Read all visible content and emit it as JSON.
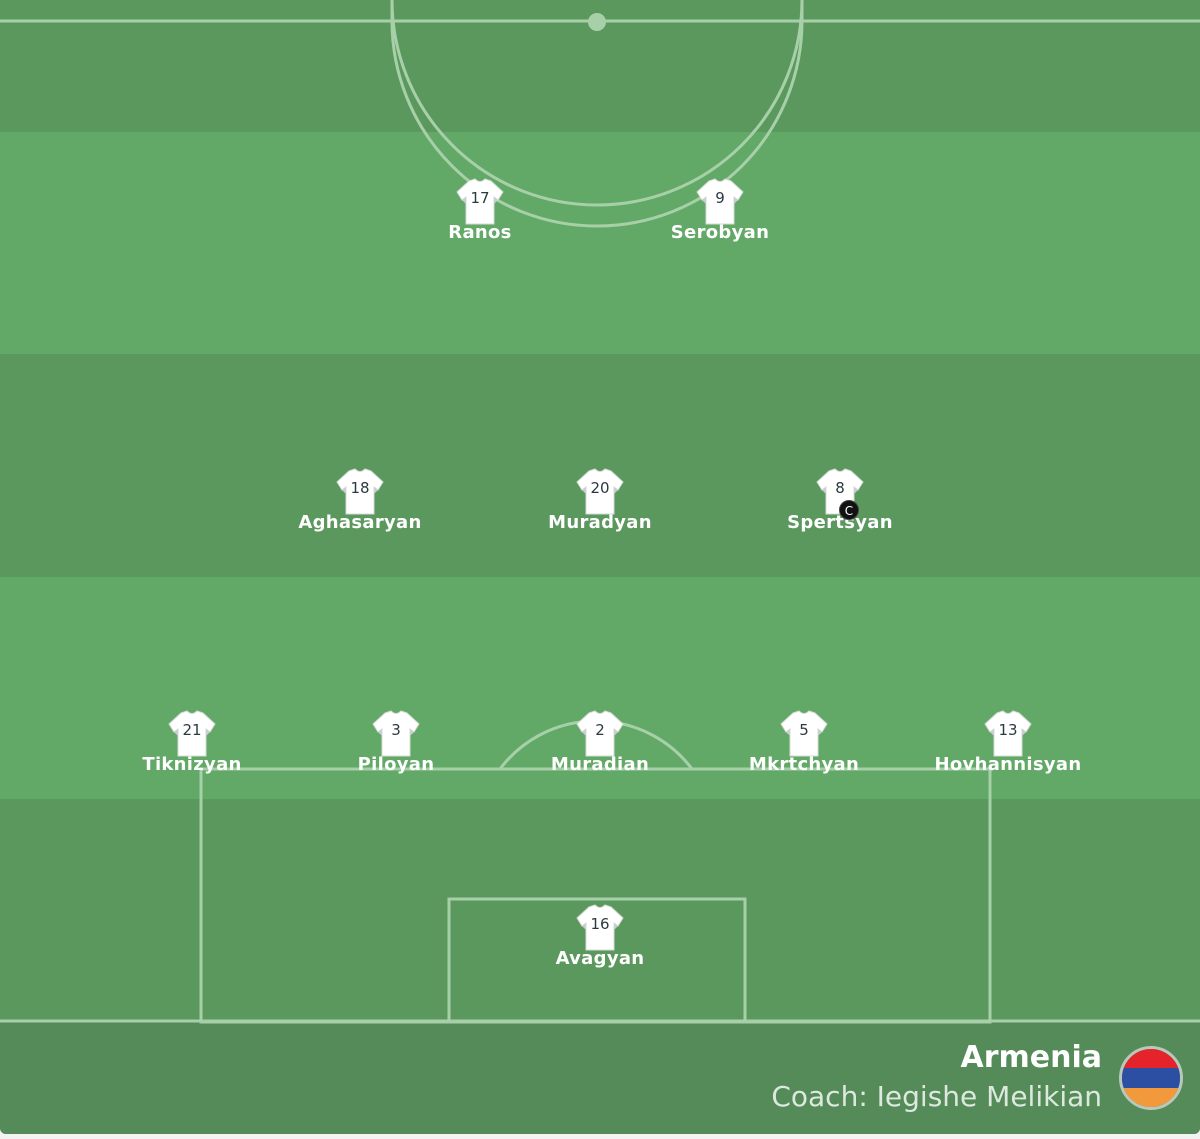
{
  "team": {
    "name": "Armenia",
    "coach": "Coach: Iegishe Melikian",
    "flag": {
      "icon": "armenia-flag-icon",
      "colors": [
        "#e5232b",
        "#2c4fa3",
        "#f29a3b"
      ]
    }
  },
  "colors": {
    "pitch_dark": "#5b985e",
    "pitch_light": "#62a867",
    "footer": "#548b58",
    "lines": "#a7d0a9",
    "shirt": "#ffffff",
    "shirt_number": "#2b3a3f"
  },
  "players": [
    {
      "number": "17",
      "name": "Ranos",
      "captain": false
    },
    {
      "number": "9",
      "name": "Serobyan",
      "captain": false
    },
    {
      "number": "18",
      "name": "Aghasaryan",
      "captain": false
    },
    {
      "number": "20",
      "name": "Muradyan",
      "captain": false
    },
    {
      "number": "8",
      "name": "Spertsyan",
      "captain": true,
      "captain_label": "C"
    },
    {
      "number": "21",
      "name": "Tiknizyan",
      "captain": false
    },
    {
      "number": "3",
      "name": "Piloyan",
      "captain": false
    },
    {
      "number": "2",
      "name": "Muradian",
      "captain": false
    },
    {
      "number": "5",
      "name": "Mkrtchyan",
      "captain": false
    },
    {
      "number": "13",
      "name": "Hovhannisyan",
      "captain": false
    },
    {
      "number": "16",
      "name": "Avagyan",
      "captain": false
    }
  ]
}
